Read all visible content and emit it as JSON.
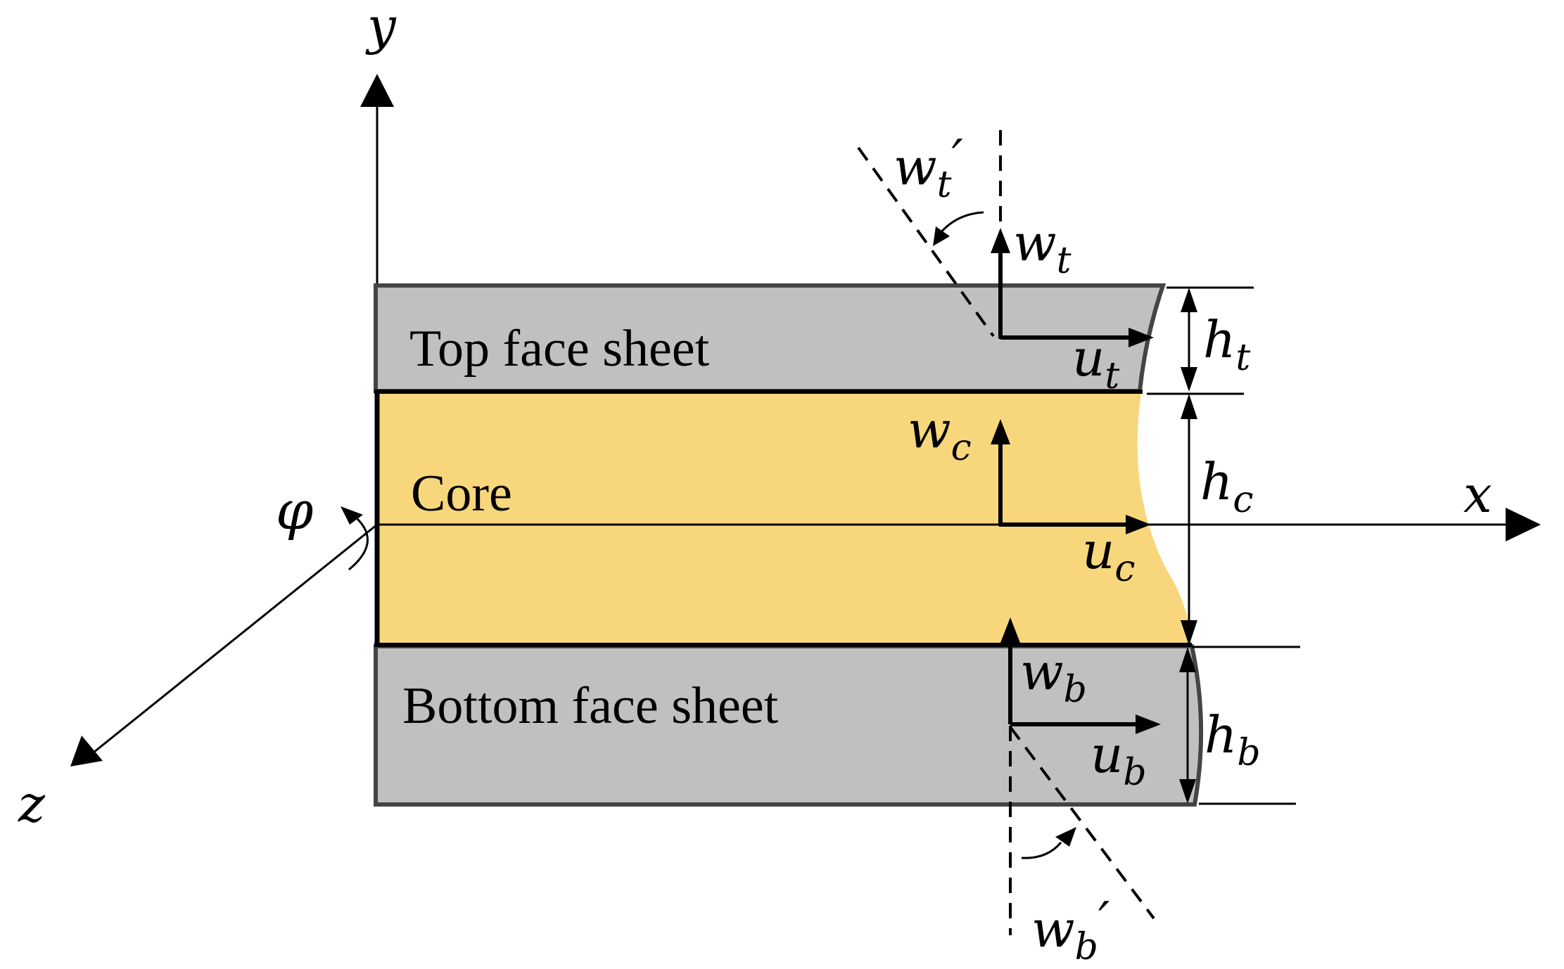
{
  "layers": {
    "top": {
      "label": "Top face sheet",
      "color": "#c0c0c0"
    },
    "core": {
      "label": "Core",
      "color": "#f8d77c"
    },
    "bottom": {
      "label": "Bottom face sheet",
      "color": "#c0c0c0"
    }
  },
  "axes": {
    "x": "x",
    "y": "y",
    "z": "z",
    "rotation": "φ"
  },
  "displacements": {
    "wt": {
      "base": "w",
      "sub": "t"
    },
    "ut": {
      "base": "u",
      "sub": "t"
    },
    "wc": {
      "base": "w",
      "sub": "c"
    },
    "uc": {
      "base": "u",
      "sub": "c"
    },
    "wb": {
      "base": "w",
      "sub": "b"
    },
    "ub": {
      "base": "u",
      "sub": "b"
    }
  },
  "slopes": {
    "top": {
      "base": "w",
      "sub": "t",
      "prime": "′"
    },
    "bottom": {
      "base": "w",
      "sub": "b",
      "prime": "′"
    }
  },
  "thicknesses": {
    "ht": {
      "base": "h",
      "sub": "t"
    },
    "hc": {
      "base": "h",
      "sub": "c"
    },
    "hb": {
      "base": "h",
      "sub": "b"
    }
  }
}
